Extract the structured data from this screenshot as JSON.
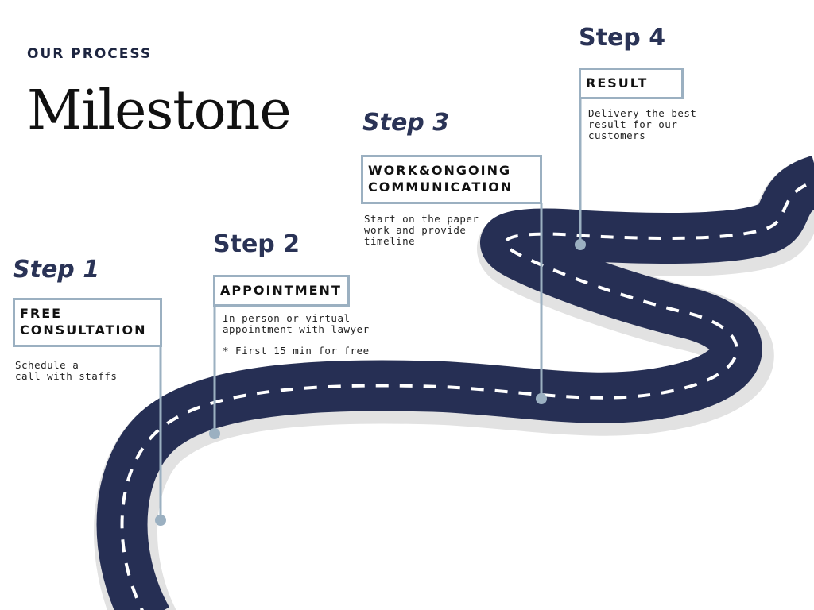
{
  "header": {
    "eyebrow": "OUR PROCESS",
    "title": "Milestone"
  },
  "steps": [
    {
      "heading": "Step 1",
      "label": "FREE\nCONSULTATION",
      "description": "Schedule a\ncall with staffs"
    },
    {
      "heading": "Step 2",
      "label": "APPOINTMENT",
      "description": "In person or virtual\nappointment with lawyer",
      "note": "* First 15 min for free"
    },
    {
      "heading": "Step 3",
      "label": "WORK&ONGOING\nCOMMUNICATION",
      "description": "Start on the paper\nwork and provide\ntimeline"
    },
    {
      "heading": "Step 4",
      "label": "RESULT",
      "description": "Delivery the best\nresult for our\ncustomers"
    }
  ],
  "colors": {
    "road": "#262f54",
    "road_edge": "#e2e2e2",
    "lane_marking": "#ffffff",
    "connector": "#9bb0c1",
    "heading": "#2a3356"
  }
}
